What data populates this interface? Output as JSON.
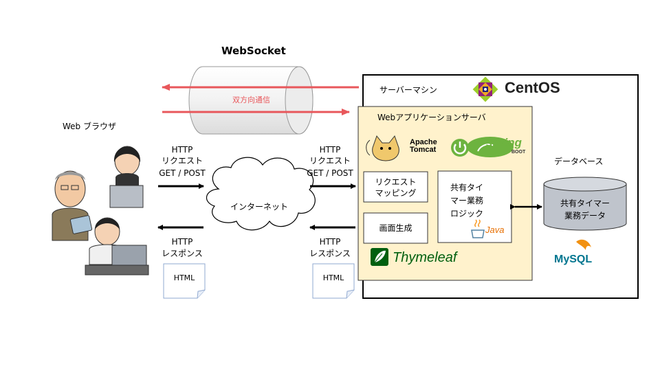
{
  "websocket": {
    "title": "WebSocket",
    "bidirectional": "双方向通信"
  },
  "client": {
    "label": "Web ブラウザ"
  },
  "left_request": {
    "line1": "HTTP",
    "line2": "リクエスト",
    "line3": "GET / POST"
  },
  "left_response": {
    "line1": "HTTP",
    "line2": "レスポンス"
  },
  "left_html": "HTML",
  "internet": "インターネット",
  "right_request": {
    "line1": "HTTP",
    "line2": "リクエスト",
    "line3": "GET / POST"
  },
  "right_response": {
    "line1": "HTTP",
    "line2": "レスポンス"
  },
  "right_html": "HTML",
  "server": {
    "label": "サーバーマシン",
    "os_logo": "CentOS"
  },
  "app_server": {
    "label": "Webアプリケーションサーバ",
    "tomcat_line1": "Apache",
    "tomcat_line2": "Tomcat",
    "spring": "spring",
    "spring_boot": "BOOT",
    "request_mapping_line1": "リクエスト",
    "request_mapping_line2": "マッピング",
    "screen_generation": "画面生成",
    "logic_line1": "共有タイ",
    "logic_line2": "マー業務",
    "logic_line3": "ロジック",
    "java": "Java",
    "thymeleaf": "Thymeleaf"
  },
  "database": {
    "label": "データベース",
    "line1": "共有タイマー",
    "line2": "業務データ",
    "mysql": "MySQL"
  },
  "colors": {
    "arrow_red": "#e8575b",
    "app_server_fill": "#fff2cc",
    "db_fill": "#bfc4cc",
    "spring_green": "#6db33f",
    "thymeleaf_green": "#005f0f",
    "mysql_blue": "#00758f",
    "centos_purple": "#932279"
  }
}
